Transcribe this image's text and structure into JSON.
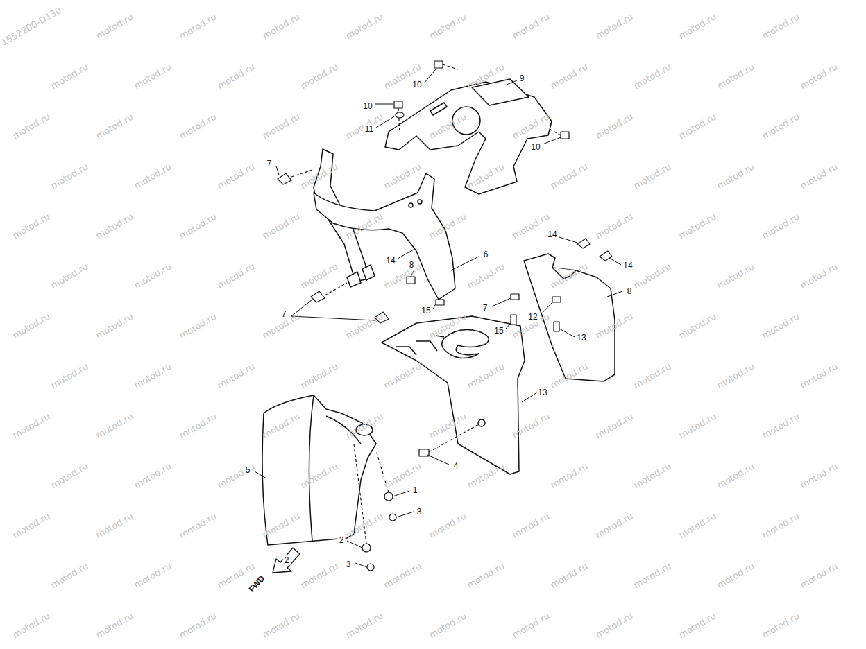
{
  "diagram": {
    "labels": [
      "10",
      "9",
      "10",
      "11",
      "10",
      "7",
      "14",
      "6",
      "14",
      "8",
      "14",
      "7",
      "7",
      "15",
      "8",
      "12",
      "15",
      "13",
      "13",
      "4",
      "5",
      "1",
      "3",
      "2",
      "3",
      "2",
      "FWD",
      "1S52200-D130",
      "motod.ru",
      "motod.ru",
      "motod.ru",
      "motod.ru",
      "motod.ru",
      "motod.ru",
      "motod.ru",
      "motod.ru",
      "motod.ru",
      "motod.ru",
      "motod.ru",
      "motod.ru",
      "motod.ru",
      "motod.ru",
      "motod.ru",
      "motod.ru",
      "motod.ru",
      "motod.ru",
      "motod.ru",
      "motod.ru",
      "motod.ru",
      "motod.ru",
      "motod.ru",
      "motod.ru",
      "motod.ru",
      "motod.ru",
      "motod.ru",
      "motod.ru",
      "motod.ru",
      "motod.ru",
      "motod.ru",
      "motod.ru",
      "motod.ru",
      "motod.ru",
      "motod.ru",
      "motod.ru",
      "motod.ru",
      "motod.ru",
      "motod.ru",
      "motod.ru",
      "motod.ru",
      "motod.ru",
      "motod.ru",
      "motod.ru",
      "motod.ru",
      "motod.ru",
      "motod.ru",
      "motod.ru",
      "motod.ru",
      "motod.ru",
      "motod.ru",
      "motod.ru",
      "motod.ru",
      "motod.ru",
      "motod.ru",
      "motod.ru",
      "motod.ru",
      "motod.ru",
      "motod.ru",
      "motod.ru",
      "motod.ru",
      "motod.ru",
      "motod.ru",
      "motod.ru",
      "motod.ru",
      "motod.ru",
      "motod.ru",
      "motod.ru",
      "motod.ru",
      "motod.ru",
      "motod.ru",
      "motod.ru",
      "motod.ru",
      "motod.ru",
      "motod.ru",
      "motod.ru",
      "motod.ru",
      "motod.ru",
      "motod.ru",
      "motod.ru",
      "motod.ru",
      "motod.ru",
      "motod.ru",
      "motod.ru",
      "motod.ru",
      "motod.ru",
      "motod.ru",
      "motod.ru",
      "motod.ru",
      "motod.ru",
      "motod.ru",
      "motod.ru",
      "motod.ru",
      "motod.ru",
      "motod.ru",
      "motod.ru",
      "motod.ru",
      "motod.ru",
      "motod.ru",
      "motod.ru",
      "motod.ru",
      "motod.ru",
      "motod.ru",
      "motod.ru",
      "motod.ru",
      "motod.ru",
      "motod.ru",
      "motod.ru",
      "motod.ru",
      "motod.ru",
      "motod.ru",
      "motod.ru",
      "motod.ru",
      "motod.ru",
      "motod.ru",
      "motod.ru",
      "motod.ru",
      "motod.ru",
      "motod.ru",
      "motod.ru",
      "motod.ru",
      "motod.ru",
      "motod.ru",
      "motod.ru",
      "motod.ru",
      "motod.ru",
      "motod.ru",
      "motod.ru",
      "motod.ru",
      "motod.ru"
    ]
  }
}
